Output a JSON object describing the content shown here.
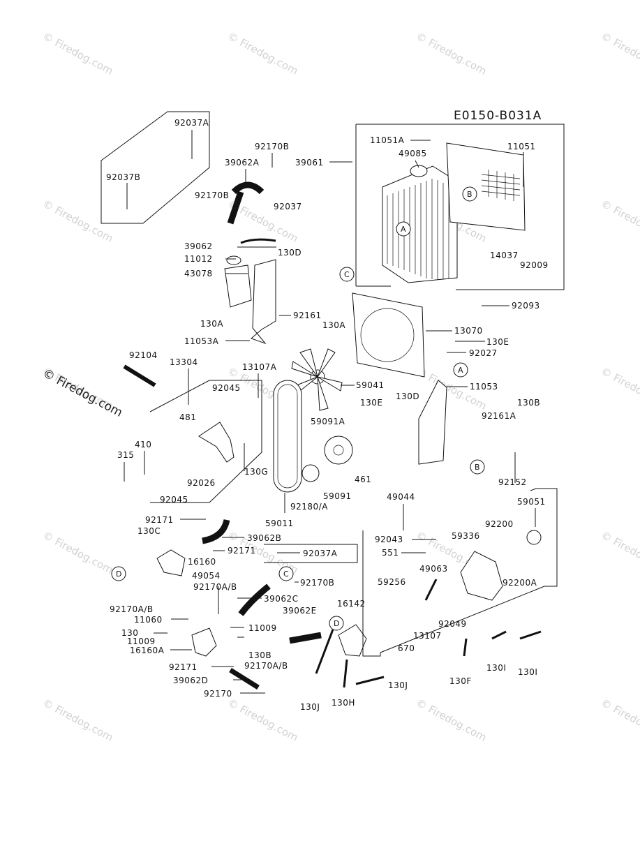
{
  "diagram_code": "E0150-B031A",
  "watermark": "© Firedog.com",
  "part_labels": [
    "92037A",
    "92037B",
    "92170B",
    "39062A",
    "39061",
    "11051A",
    "49085",
    "11051",
    "92170B",
    "92037",
    "39062",
    "130D",
    "11012",
    "43078",
    "130A",
    "92161",
    "11053A",
    "14037",
    "92009",
    "92093",
    "130A",
    "13070",
    "130E",
    "92027",
    "92104",
    "13304",
    "13107A",
    "59041",
    "92045",
    "481",
    "59091A",
    "130E",
    "11053",
    "130D",
    "130B",
    "92161A",
    "410",
    "315",
    "130G",
    "92026",
    "92045",
    "59091",
    "461",
    "92152",
    "92180/A",
    "59011",
    "49044",
    "59051",
    "92171",
    "130C",
    "39062B",
    "92171",
    "92200",
    "59336",
    "92043",
    "551",
    "92037A",
    "16160",
    "49054",
    "92170B",
    "92200A",
    "49063",
    "59256",
    "92170A/B",
    "39062C",
    "92049",
    "16142",
    "13107",
    "11060",
    "39062E",
    "92170A/B",
    "130",
    "11009",
    "670",
    "11009",
    "16160A",
    "130B",
    "92170A/B",
    "130F",
    "130I",
    "130I",
    "92171",
    "39062D",
    "130J",
    "92170",
    "130H",
    "130J"
  ],
  "callouts": [
    "A",
    "B",
    "C",
    "A",
    "B",
    "D",
    "C",
    "D"
  ]
}
